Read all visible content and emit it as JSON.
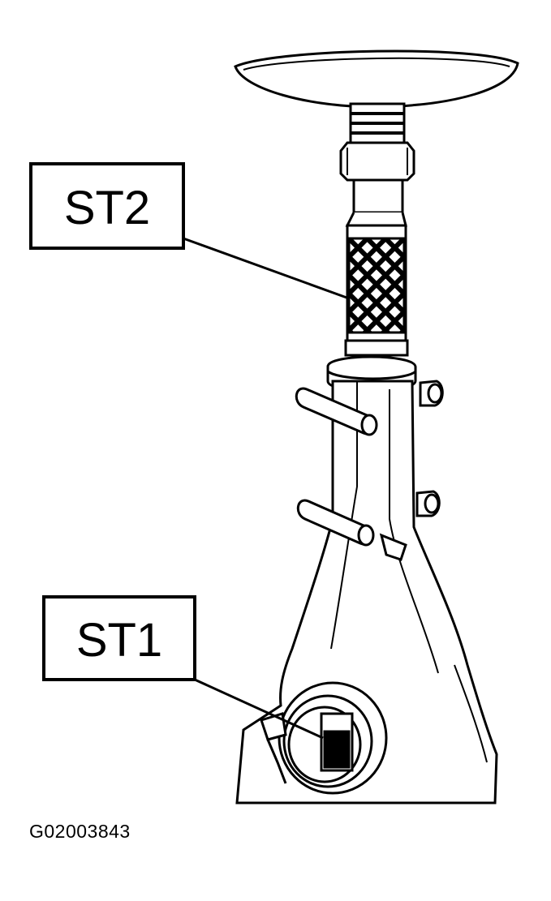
{
  "callouts": {
    "st2": {
      "label": "ST2"
    },
    "st1": {
      "label": "ST1"
    }
  },
  "figure_id": "G02003843",
  "colors": {
    "ink": "#000000",
    "paper": "#ffffff"
  }
}
